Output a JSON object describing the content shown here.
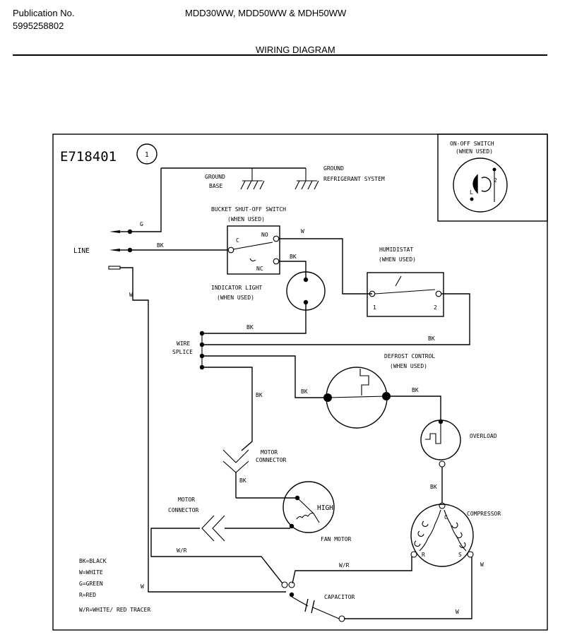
{
  "header": {
    "publication_label": "Publication No.",
    "publication_number": "5995258802",
    "models": "MDD30WW, MDD50WW & MDH50WW",
    "title": "WIRING DIAGRAM"
  },
  "diagram": {
    "code": "E718401",
    "circled_number": "1",
    "labels": {
      "ground_base_1": "GROUND",
      "ground_base_2": "BASE",
      "ground_ref_1": "GROUND",
      "ground_ref_2": "REFRIGERANT SYSTEM",
      "bucket_1": "BUCKET  SHUT-OFF SWITCH",
      "bucket_2": "(WHEN USED)",
      "no": "NO",
      "c": "C",
      "nc": "NC",
      "line": "LINE",
      "indicator_1": "INDICATOR  LIGHT",
      "indicator_2": "(WHEN USED)",
      "humidistat_1": "HUMIDISTAT",
      "humidistat_2": "(WHEN USED)",
      "hum_1": "1",
      "hum_2": "2",
      "wire_splice_1": "WIRE",
      "wire_splice_2": "SPLICE",
      "defrost_1": "DEFROST CONTROL",
      "defrost_2": "(WHEN USED)",
      "overload": "OVERLOAD",
      "motor_connector_small_1": "MOTOR",
      "motor_connector_small_2": "CONNECTOR",
      "motor_connector_1": "MOTOR",
      "motor_connector_2": "CONNECTOR",
      "high": "HIGH",
      "fan_motor": "FAN MOTOR",
      "compressor": "COMPRESSOR",
      "comp_c": "C",
      "comp_r": "R",
      "comp_s": "S",
      "capacitor": "CAPACITOR",
      "onoff_1": "ON-OFF SWITCH",
      "onoff_2": "(WHEN USED)",
      "onoff_l": "L",
      "onoff_2pin": "2"
    },
    "wire_labels": {
      "g": "G",
      "bk_line": "BK",
      "w_line": "W",
      "w_no": "W",
      "bk_nc": "BK",
      "bk_splice1": "BK",
      "bk_hum": "BK",
      "bk_defrost": "BK",
      "bk_defrost_out": "BK",
      "bk_splice_down": "BK",
      "bk_motor": "BK",
      "bk_overload": "BK",
      "wr_fan": "W/R",
      "wr_cap": "W/R",
      "w_left": "W",
      "w_comp": "W",
      "w_bottom": "W"
    },
    "legend": [
      "BK=BLACK",
      "W=WHITE",
      "G=GREEN",
      "R=RED",
      "W/R=WHITE/  RED TRACER"
    ]
  }
}
